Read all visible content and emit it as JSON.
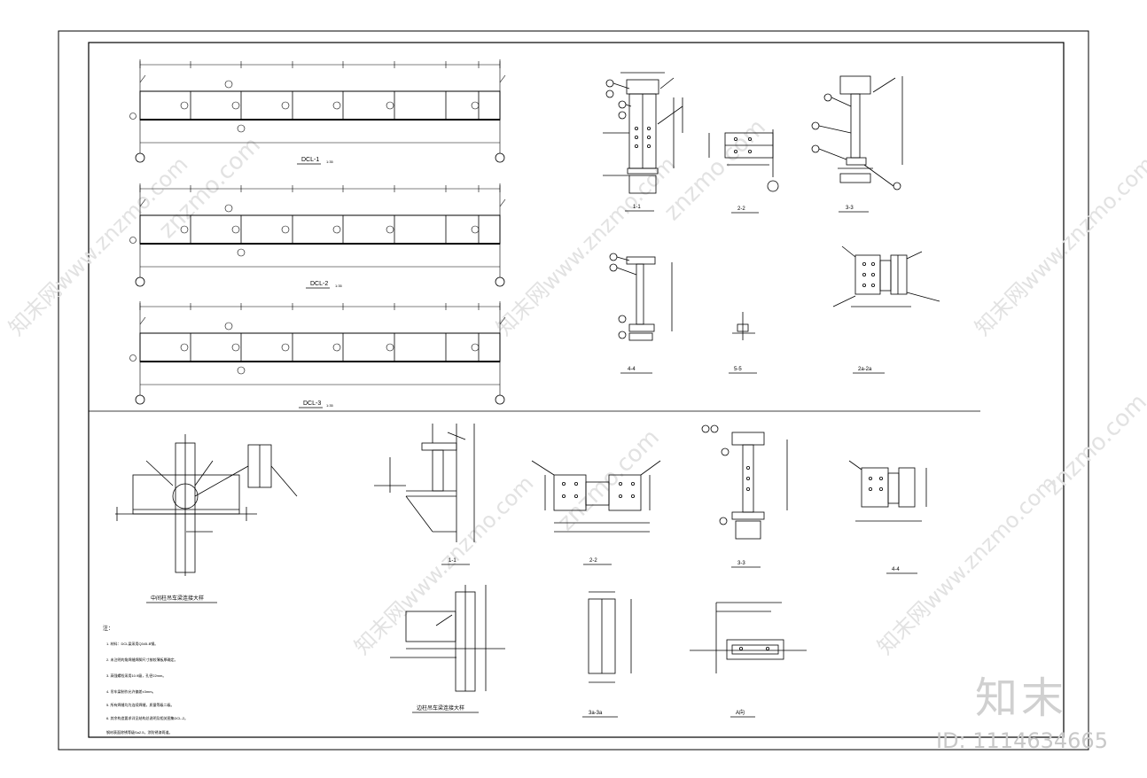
{
  "beams": [
    {
      "label": "DCL-1",
      "scale": "1:35"
    },
    {
      "label": "DCL-2",
      "scale": "1:35"
    },
    {
      "label": "DCL-3",
      "scale": "1:35"
    }
  ],
  "sections_top": [
    "1-1",
    "2-2",
    "3-3",
    "4-4",
    "5-5",
    "2a-2a"
  ],
  "sections_bottom": [
    "1-1",
    "2-2",
    "3-3",
    "4-4",
    "3a-3a",
    "A向"
  ],
  "detail_titles": {
    "left": "中间柱吊车梁连接大样",
    "middle": "边柱吊车梁连接大样"
  },
  "notes": {
    "title": "注：",
    "items": [
      "1. 材料：DCL梁采用Q345-B钢。",
      "2. 未注明的角焊缝焊脚尺寸按较薄板厚确定。",
      "3. 高强螺栓采用10.9级，孔径22mm。",
      "4. 吊车梁制作允许偏差±3mm。",
      "5. 所有焊缝均为连续焊缝，质量等级二级。",
      "6. 其余构造要求详见结构总说明及相关图集DCL-2。",
      "   钢材表面除锈等级Sa2.5，涂防锈漆两道。"
    ]
  },
  "branding": {
    "watermark": "znzmo.com",
    "watermark_cn": "知末网www.znzmo.com",
    "logo": "知末",
    "id_text": "ID: 1114634665"
  }
}
